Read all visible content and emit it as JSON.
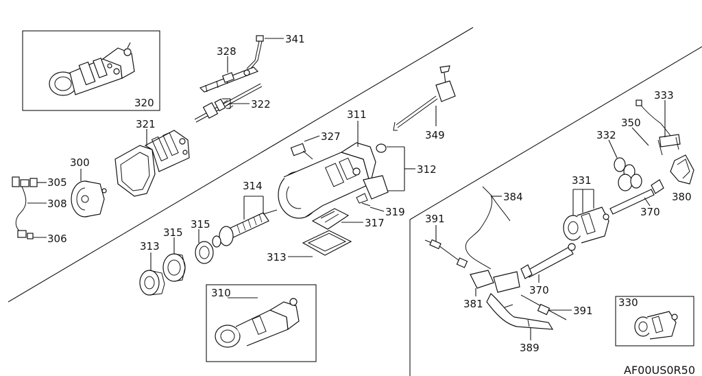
{
  "diagram_code": "AF00US0R50",
  "labels": {
    "l300": "300",
    "l305": "305",
    "l306": "306",
    "l308": "308",
    "l310": "310",
    "l311": "311",
    "l312": "312",
    "l313a": "313",
    "l313b": "313",
    "l314": "314",
    "l315a": "315",
    "l315b": "315",
    "l317": "317",
    "l319": "319",
    "l320": "320",
    "l321": "321",
    "l322": "322",
    "l327": "327",
    "l328": "328",
    "l330": "330",
    "l331": "331",
    "l332": "332",
    "l333": "333",
    "l341": "341",
    "l349": "349",
    "l350": "350",
    "l370a": "370",
    "l370b": "370",
    "l380": "380",
    "l381": "381",
    "l384": "384",
    "l389": "389",
    "l391a": "391",
    "l391b": "391"
  }
}
